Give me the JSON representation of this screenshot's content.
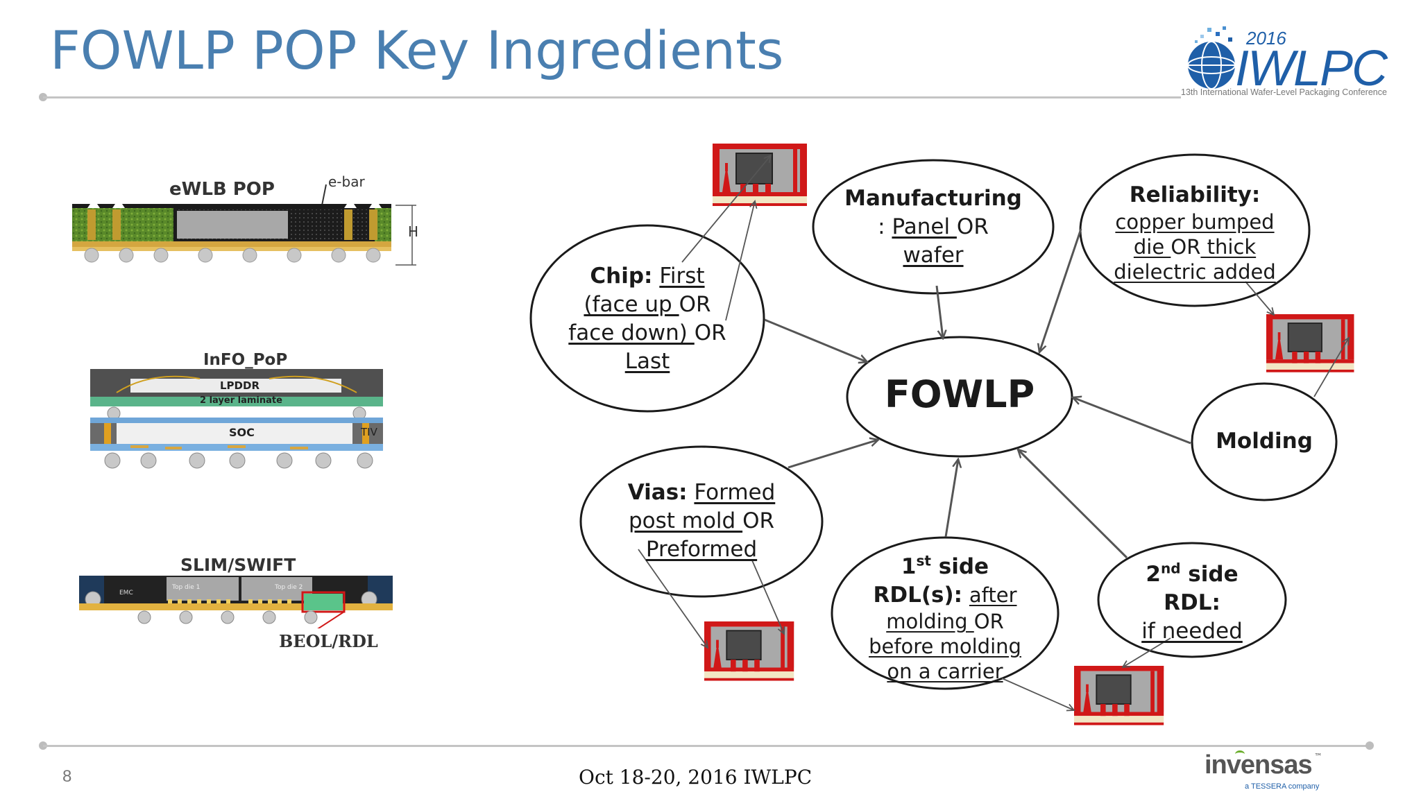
{
  "slide": {
    "title": "FOWLP POP Key Ingredients",
    "page_number": "8",
    "footer_date": "Oct 18-20, 2016 IWLPC"
  },
  "logos": {
    "iwlpc_year": "2016",
    "iwlpc_name": "IWLPC",
    "iwlpc_subtitle": "13th International Wafer-Level Packaging Conference",
    "invensas_name": "invensas",
    "invensas_tm": "™",
    "invensas_tagline": "a TESSERA company"
  },
  "packages": {
    "ewlb": {
      "title": "eWLB POP",
      "ebar_label": "e-bar",
      "height_label": "H"
    },
    "info": {
      "title": "InFO_PoP",
      "lpddr": "LPDDR",
      "laminate": "2 layer laminate",
      "soc": "SOC",
      "tiv": "TIV"
    },
    "slim": {
      "title": "SLIM/SWIFT",
      "emc": "EMC",
      "die1": "Top die 1",
      "die2": "Top die 2",
      "beol": "BEOL/RDL"
    }
  },
  "diagram": {
    "center": "FOWLP",
    "chip": {
      "label": "Chip:",
      "first": "First",
      "face_up": "(face up ",
      "or1": "OR",
      "face_down": "face down) ",
      "or2": "OR",
      "last": "Last"
    },
    "manufacturing": {
      "label": "Manufacturing",
      "colon": ": ",
      "panel": "Panel ",
      "or": "OR",
      "wafer": "wafer"
    },
    "reliability": {
      "label": "Reliability:",
      "line1": "copper bumped",
      "line2a": "die ",
      "or": "OR",
      "line2b": " thick",
      "line3": "dielectric added"
    },
    "molding": {
      "label": "Molding"
    },
    "vias": {
      "label": "Vias:",
      "formed": "Formed",
      "post_mold": "post mold ",
      "or": "OR",
      "preformed": "Preformed"
    },
    "first_side": {
      "num": "1",
      "sup": "st",
      "side": " side",
      "rdl": "RDL(s):",
      "after": "after",
      "molding": "molding ",
      "or": "OR",
      "before": "before molding",
      "carrier": "on a carrier"
    },
    "second_side": {
      "num": "2",
      "sup": "nd",
      "side": " side",
      "rdl": "RDL:",
      "needed": "if needed"
    }
  },
  "colors": {
    "title_blue": "#4a7fb0",
    "package_red": "#d01818",
    "die_gray": "#4a4a4a",
    "mold_gray": "#a9a9a9",
    "pad_cream": "#f2e6c4"
  }
}
